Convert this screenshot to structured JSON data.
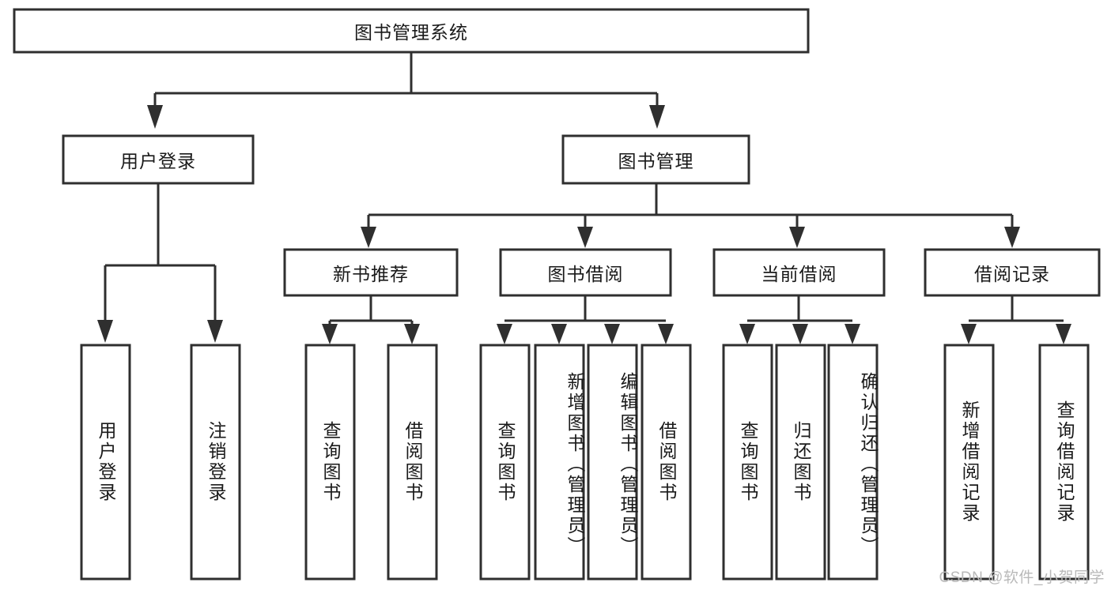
{
  "diagram": {
    "title_node": {
      "id": "root",
      "label": "图书管理系统",
      "orientation": "horizontal"
    },
    "level1": [
      {
        "id": "user-login",
        "label": "用户登录",
        "orientation": "horizontal"
      },
      {
        "id": "book-manage",
        "label": "图书管理",
        "orientation": "horizontal"
      }
    ],
    "level2": [
      {
        "id": "new-book-recommend",
        "label": "新书推荐",
        "orientation": "horizontal",
        "parent": "book-manage"
      },
      {
        "id": "book-borrow",
        "label": "图书借阅",
        "orientation": "horizontal",
        "parent": "book-manage"
      },
      {
        "id": "current-borrow",
        "label": "当前借阅",
        "orientation": "horizontal",
        "parent": "book-manage"
      },
      {
        "id": "borrow-record",
        "label": "借阅记录",
        "orientation": "horizontal",
        "parent": "book-manage"
      }
    ],
    "leaves": [
      {
        "id": "leaf-user-login",
        "label": "用户登录",
        "parent": "user-login",
        "orientation": "vertical"
      },
      {
        "id": "leaf-user-logout",
        "label": "注销登录",
        "parent": "user-login",
        "orientation": "vertical"
      },
      {
        "id": "leaf-query-book-1",
        "label": "查询图书",
        "parent": "new-book-recommend",
        "orientation": "vertical"
      },
      {
        "id": "leaf-borrow-book-1",
        "label": "借阅图书",
        "parent": "new-book-recommend",
        "orientation": "vertical"
      },
      {
        "id": "leaf-query-book-2",
        "label": "查询图书",
        "parent": "book-borrow",
        "orientation": "vertical"
      },
      {
        "id": "leaf-add-book",
        "label": "新增图书（管理员）",
        "parent": "book-borrow",
        "orientation": "vertical"
      },
      {
        "id": "leaf-edit-book",
        "label": "编辑图书（管理员）",
        "parent": "book-borrow",
        "orientation": "vertical"
      },
      {
        "id": "leaf-borrow-book-2",
        "label": "借阅图书",
        "parent": "book-borrow",
        "orientation": "vertical"
      },
      {
        "id": "leaf-query-book-3",
        "label": "查询图书",
        "parent": "current-borrow",
        "orientation": "vertical"
      },
      {
        "id": "leaf-return-book",
        "label": "归还图书",
        "parent": "current-borrow",
        "orientation": "vertical"
      },
      {
        "id": "leaf-confirm-return",
        "label": "确认归还（管理员）",
        "parent": "current-borrow",
        "orientation": "vertical"
      },
      {
        "id": "leaf-add-record",
        "label": "新增借阅记录",
        "parent": "borrow-record",
        "orientation": "vertical"
      },
      {
        "id": "leaf-query-record",
        "label": "查询借阅记录",
        "parent": "borrow-record",
        "orientation": "vertical"
      }
    ],
    "watermark": "CSDN @软件_小贺同学",
    "colors": {
      "stroke": "#2f2f2f",
      "box_fill": "#ffffff",
      "text": "#1a1a1a",
      "background": "#ffffff",
      "watermark": "#b9b9b9"
    }
  }
}
